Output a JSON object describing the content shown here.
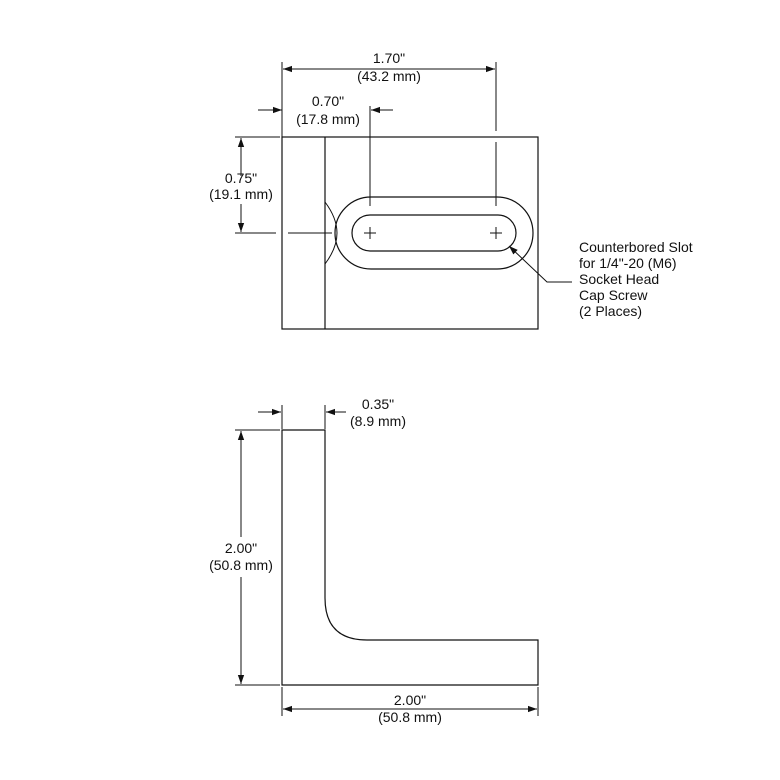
{
  "top_view": {
    "dim_width": {
      "inch": "1.70\"",
      "mm": "(43.2 mm)"
    },
    "dim_slot_offset": {
      "inch": "0.70\"",
      "mm": "(17.8 mm)"
    },
    "dim_height": {
      "inch": "0.75\"",
      "mm": "(19.1 mm)"
    },
    "callout": [
      "Counterbored Slot",
      "for 1/4\"-20 (M6)",
      "Socket Head",
      "Cap Screw",
      "(2 Places)"
    ]
  },
  "side_view": {
    "dim_thickness": {
      "inch": "0.35\"",
      "mm": "(8.9 mm)"
    },
    "dim_height": {
      "inch": "2.00\"",
      "mm": "(50.8 mm)"
    },
    "dim_width": {
      "inch": "2.00\"",
      "mm": "(50.8 mm)"
    }
  },
  "colors": {
    "ink": "#111111",
    "background": "#ffffff"
  }
}
